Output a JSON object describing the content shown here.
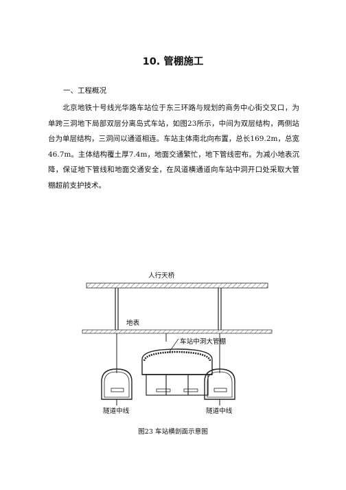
{
  "document": {
    "title": "10. 管棚施工",
    "section_heading": "一、工程概况",
    "paragraph": "北京地铁十号线光华路车站位于东三环路与规划的商务中心街交叉口，为单跨三洞地下局部双层分离岛式车站，如图23所示，中间为双层结构，两侧站台为单层结构，三洞间以通道相连。车站主体南北向布置，总长169.2m，总宽46.7m。主体结构覆土厚7.4m，地面交通繁忙，地下管线密布。为减小地表沉降，保证地下管线和地面交通安全，在风道横通道向车站中洞开口处采取大管棚超前支护技术。"
  },
  "figure": {
    "label_bridge": "人行天桥",
    "label_surface": "地表",
    "label_pipe_roof": "车站中洞大管棚",
    "label_tunnel_left": "隧道中线",
    "label_tunnel_right": "隧道中线",
    "caption": "图23 车站横剖面示意图"
  }
}
